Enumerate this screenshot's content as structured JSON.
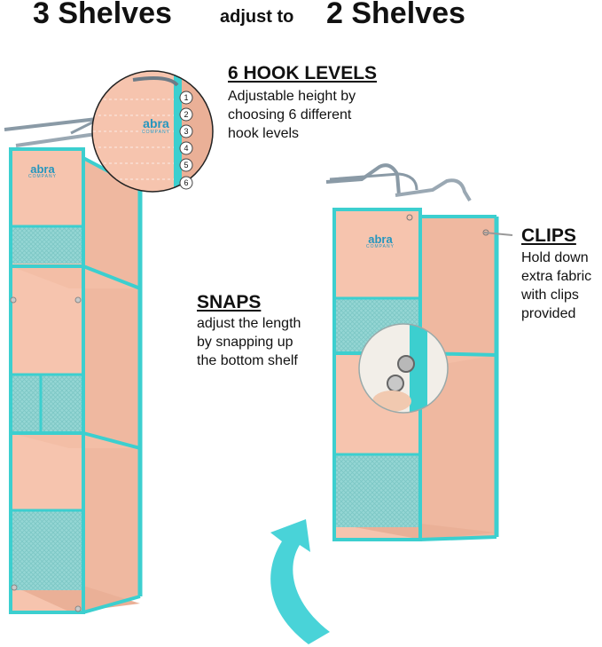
{
  "header": {
    "from_label": "3 Shelves",
    "connector": "adjust to",
    "to_label": "2 Shelves"
  },
  "hook_levels": {
    "title": "6 HOOK LEVELS",
    "lines": [
      "Adjustable height by",
      "choosing 6 different",
      "hook levels"
    ],
    "numbers": [
      "1",
      "2",
      "3",
      "4",
      "5",
      "6"
    ]
  },
  "snaps": {
    "title": "SNAPS",
    "lines": [
      "adjust the length",
      "by snapping up",
      "the bottom shelf"
    ]
  },
  "clips": {
    "title": "CLIPS",
    "lines": [
      "Hold down",
      "extra fabric",
      "with clips",
      "provided"
    ]
  },
  "brand": {
    "name": "abra",
    "sub": "COMPANY"
  },
  "colors": {
    "fabric": "#f6c4ae",
    "fabric_shade": "#eeb39b",
    "trim": "#3ccfcf",
    "mesh": "#8fd3d2",
    "arrow": "#49d3d8",
    "hanger": "#8a9aa6"
  }
}
